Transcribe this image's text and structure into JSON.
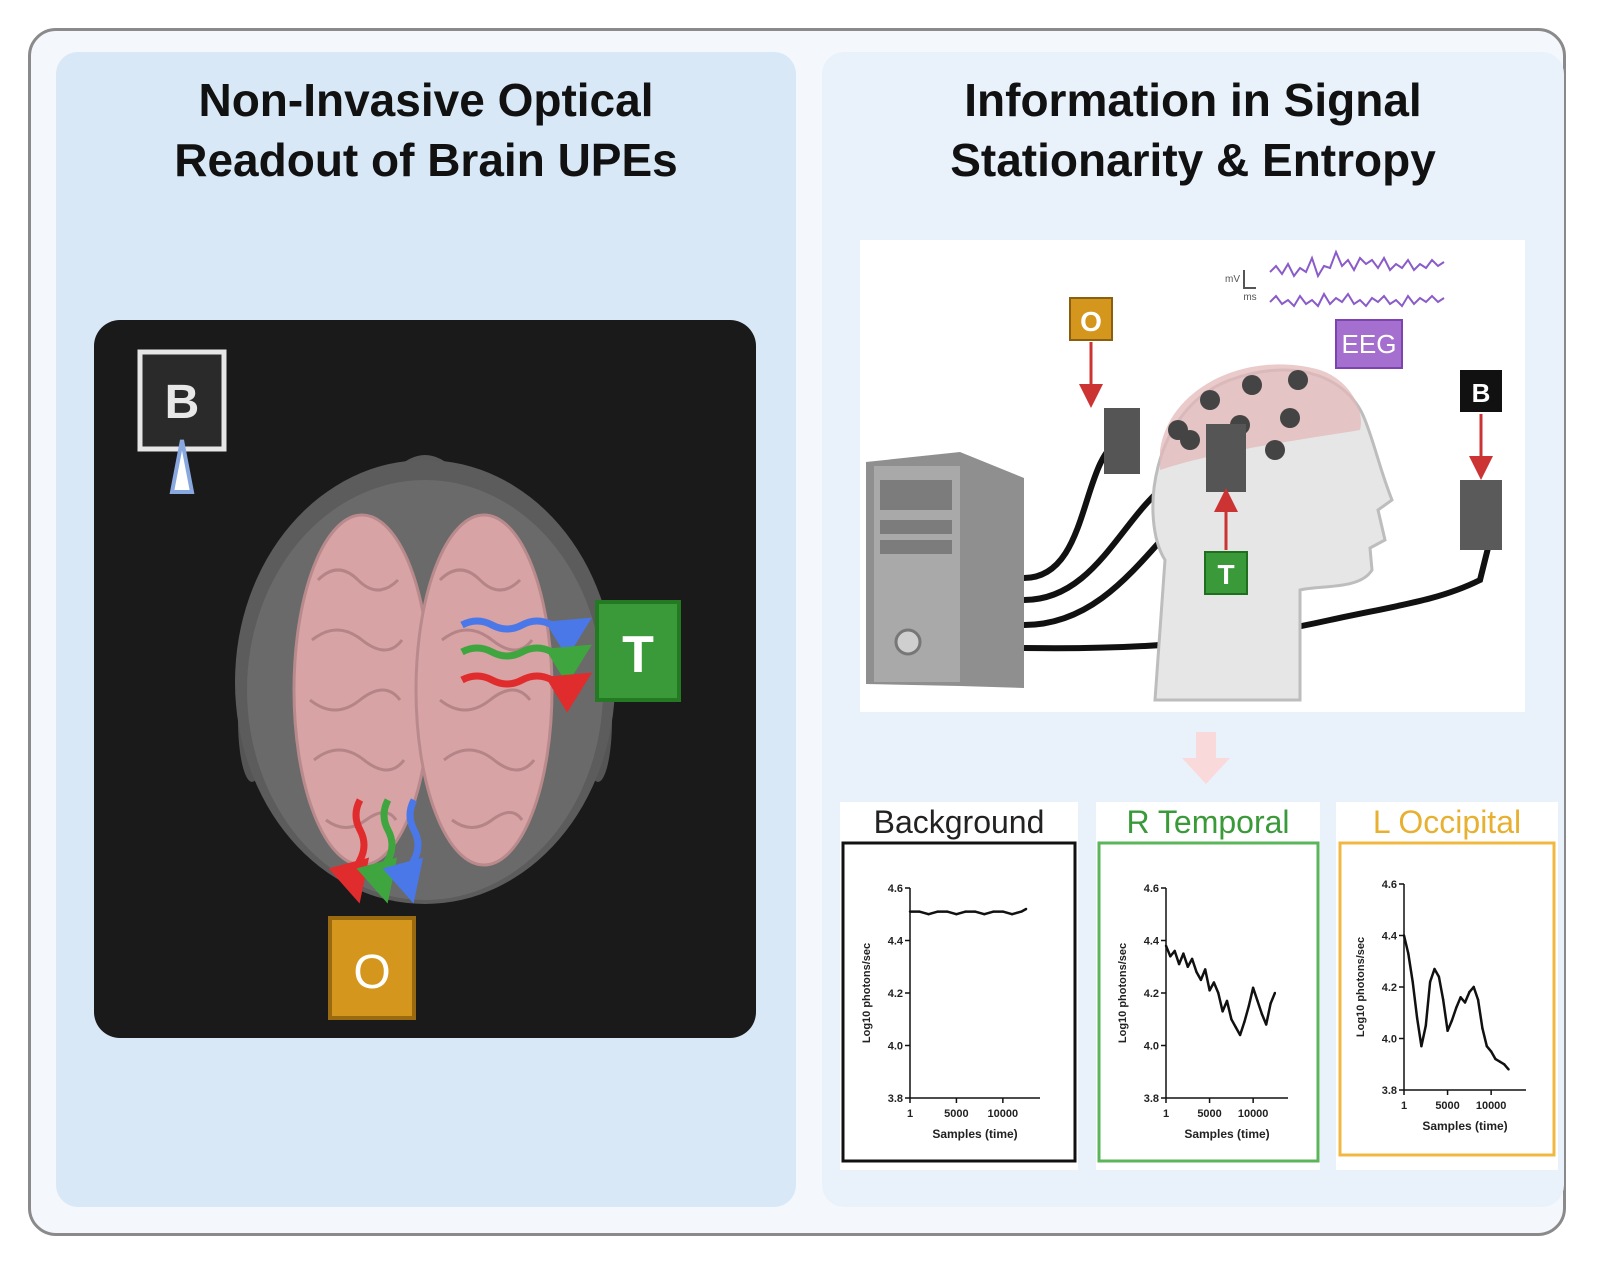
{
  "left_panel": {
    "title_lines": [
      "Non-Invasive Optical",
      "Readout of Brain UPEs"
    ],
    "detectors": {
      "background": "B",
      "temporal": "T",
      "occipital": "O"
    },
    "colors": {
      "background": "#1c1c1c",
      "temporal": "#3a9a3a",
      "occipital": "#d4961c",
      "dark_box": "#1a1a1a",
      "panel": "#d8e8f6"
    },
    "arrow_colors": [
      "#e02c2c",
      "#3fa63f",
      "#4a78e8"
    ]
  },
  "right_panel": {
    "title_lines": [
      "Information in Signal",
      "Stationarity & Entropy"
    ],
    "setup": {
      "eeg_label": "EEG",
      "scale_units": [
        "mV",
        "ms"
      ],
      "detectors": {
        "occipital": "O",
        "temporal": "T",
        "background": "B"
      },
      "colors": {
        "eeg": "#9b59c9",
        "eeg_trace": "#8a5cc9",
        "pointer_arrow": "#cc3333"
      }
    }
  },
  "chart_data": [
    {
      "type": "line",
      "title": "Background",
      "border_color": "#111111",
      "title_color": "#222222",
      "xlabel": "Samples (time)",
      "ylabel": "Log10 photons/sec",
      "xlim": [
        1,
        14000
      ],
      "ylim": [
        3.8,
        4.6
      ],
      "xticks": [
        "1",
        "5000",
        "10000"
      ],
      "yticks": [
        "3.8",
        "4.0",
        "4.2",
        "4.4",
        "4.6"
      ],
      "grid": false,
      "series": [
        {
          "x": [
            1,
            1000,
            2000,
            3000,
            4000,
            5000,
            6000,
            7000,
            8000,
            9000,
            10000,
            11000,
            12000,
            12500
          ],
          "y": [
            4.51,
            4.51,
            4.5,
            4.51,
            4.51,
            4.5,
            4.51,
            4.51,
            4.5,
            4.51,
            4.51,
            4.5,
            4.51,
            4.52
          ]
        }
      ]
    },
    {
      "type": "line",
      "title": "R Temporal",
      "border_color": "#5bb55b",
      "title_color": "#3a9a3a",
      "xlabel": "Samples (time)",
      "ylabel": "Log10 photons/sec",
      "xlim": [
        1,
        14000
      ],
      "ylim": [
        3.8,
        4.6
      ],
      "xticks": [
        "1",
        "5000",
        "10000"
      ],
      "yticks": [
        "3.8",
        "4.0",
        "4.2",
        "4.4",
        "4.6"
      ],
      "grid": false,
      "series": [
        {
          "x": [
            1,
            500,
            1000,
            1500,
            2000,
            2500,
            3000,
            3500,
            4000,
            4500,
            5000,
            5500,
            6000,
            6500,
            7000,
            7500,
            8000,
            8500,
            9000,
            9500,
            10000,
            10500,
            11000,
            11500,
            12000,
            12500
          ],
          "y": [
            4.38,
            4.34,
            4.36,
            4.31,
            4.35,
            4.3,
            4.33,
            4.28,
            4.25,
            4.29,
            4.21,
            4.24,
            4.2,
            4.13,
            4.17,
            4.1,
            4.07,
            4.04,
            4.09,
            4.15,
            4.22,
            4.17,
            4.12,
            4.08,
            4.16,
            4.2
          ]
        }
      ]
    },
    {
      "type": "line",
      "title": "L Occipital",
      "border_color": "#f0b840",
      "title_color": "#e8b030",
      "xlabel": "Samples (time)",
      "ylabel": "Log10 photons/sec",
      "xlim": [
        1,
        14000
      ],
      "ylim": [
        3.8,
        4.6
      ],
      "xticks": [
        "1",
        "5000",
        "10000"
      ],
      "yticks": [
        "3.8",
        "4.0",
        "4.2",
        "4.4",
        "4.6"
      ],
      "grid": false,
      "series": [
        {
          "x": [
            1,
            500,
            1000,
            1500,
            2000,
            2500,
            3000,
            3500,
            4000,
            4500,
            5000,
            5500,
            6000,
            6500,
            7000,
            7500,
            8000,
            8500,
            9000,
            9500,
            10000,
            10500,
            11000,
            11500,
            12000
          ],
          "y": [
            4.4,
            4.33,
            4.22,
            4.08,
            3.97,
            4.05,
            4.22,
            4.27,
            4.24,
            4.15,
            4.03,
            4.07,
            4.12,
            4.16,
            4.14,
            4.18,
            4.2,
            4.15,
            4.04,
            3.97,
            3.95,
            3.92,
            3.91,
            3.9,
            3.88
          ]
        }
      ]
    }
  ]
}
